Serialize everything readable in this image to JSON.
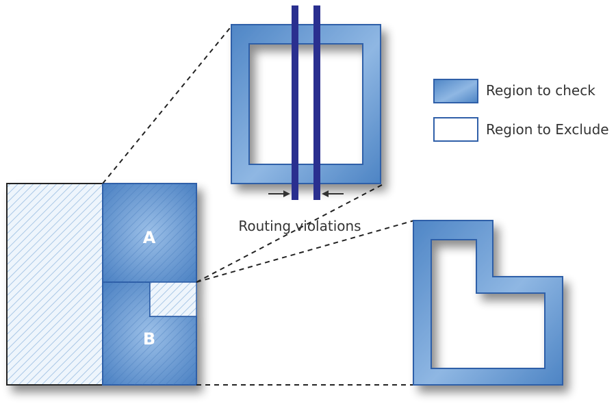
{
  "regions": {
    "a_label": "A",
    "b_label": "B"
  },
  "callout": {
    "routing_violations_label": "Routing violations"
  },
  "legend": {
    "check_label": "Region to check",
    "exclude_label": "Region to Exclude"
  },
  "colors": {
    "region_blue": "#5b8fcb",
    "region_blue_light": "#8db5e2",
    "region_border": "#2f5fa8",
    "wire": "#2a2f8f",
    "hatch": "#a9c7e6",
    "dashed": "#222222"
  }
}
